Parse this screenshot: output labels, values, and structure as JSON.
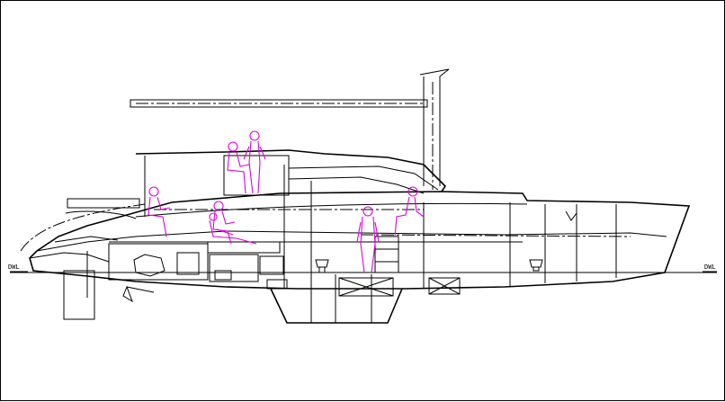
{
  "drawing": {
    "type": "sailboat-profile-section",
    "waterline_label_left": "DWL",
    "waterline_label_right": "DWL",
    "colors": {
      "lines": "#000000",
      "figures": "#e000e0",
      "background": "#ffffff"
    }
  }
}
